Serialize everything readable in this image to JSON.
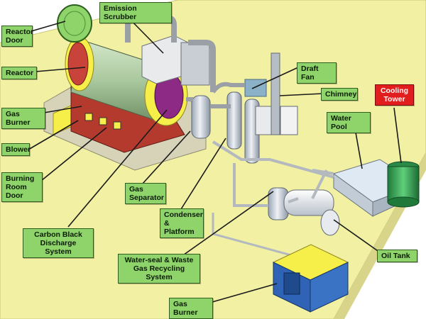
{
  "labels": {
    "emission_scrubber": "Emission Scrubber",
    "reactor_door": "Reactor\nDoor",
    "reactor": "Reactor",
    "draft_fan": "Draft Fan",
    "chimney": "Chimney",
    "cooling_tower": "Cooling\nTower",
    "gas_burner_top": "Gas Burner",
    "water_pool": "Water Pool",
    "blower": "Blower",
    "burning_room_door": "Burning\nRoom Door",
    "gas_separator": "Gas\nSeparator",
    "condenser_platform": "Condenser\n& Platform",
    "carbon_black_discharge": "Carbon  Black\nDischarge System",
    "oil_tank": "Oil Tank",
    "water_seal": "Water-seal & Waste\nGas Recycling System",
    "gas_burner_bottom": "Gas Burner"
  },
  "colors": {
    "platform": "#f1f0a3",
    "label_bg": "#8ed46a",
    "cooling_tower_label": "#e21d1d",
    "reactor_body": "#a6c79a",
    "pipe": "#9aa0a6",
    "burner_box": "#3b73c4"
  }
}
